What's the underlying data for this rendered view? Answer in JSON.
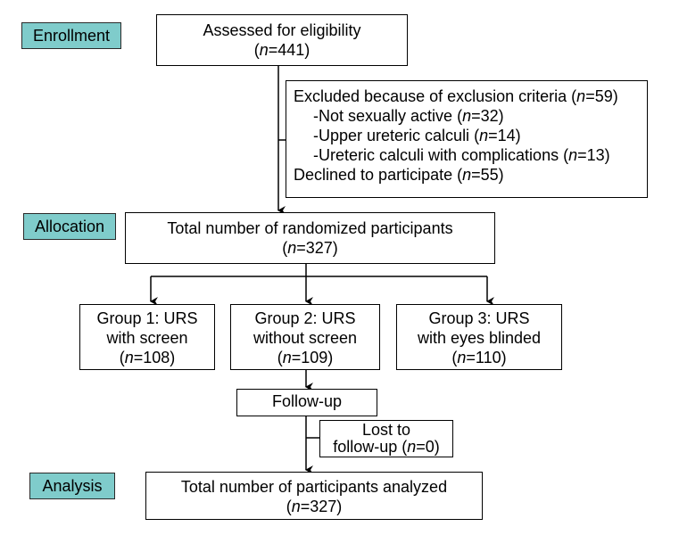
{
  "stages": {
    "enrollment": "Enrollment",
    "allocation": "Allocation",
    "analysis": "Analysis"
  },
  "assessed": {
    "title": "Assessed for eligibility",
    "n": "441"
  },
  "excluded": {
    "heading": "Excluded because of exclusion criteria",
    "heading_n": "59",
    "reasons": [
      {
        "label": "-Not sexually active",
        "n": "32"
      },
      {
        "label": "-Upper ureteric calculi",
        "n": "14"
      },
      {
        "label": "-Ureteric calculi with complications",
        "n": "13"
      }
    ],
    "declined": "Declined to participate",
    "declined_n": "55"
  },
  "randomized": {
    "title": "Total number of randomized participants",
    "n": "327"
  },
  "groups": [
    {
      "line1": "Group 1: URS",
      "line2": "with screen",
      "n": "108"
    },
    {
      "line1": "Group 2: URS",
      "line2": "without screen",
      "n": "109"
    },
    {
      "line1": "Group 3: URS",
      "line2": "with eyes blinded",
      "n": "110"
    }
  ],
  "followup": {
    "label": "Follow-up"
  },
  "lost": {
    "line1": "Lost to",
    "line2": "follow-up",
    "n": "0"
  },
  "analyzed": {
    "title": "Total number of participants analyzed",
    "n": "327"
  },
  "n_symbol": "n"
}
